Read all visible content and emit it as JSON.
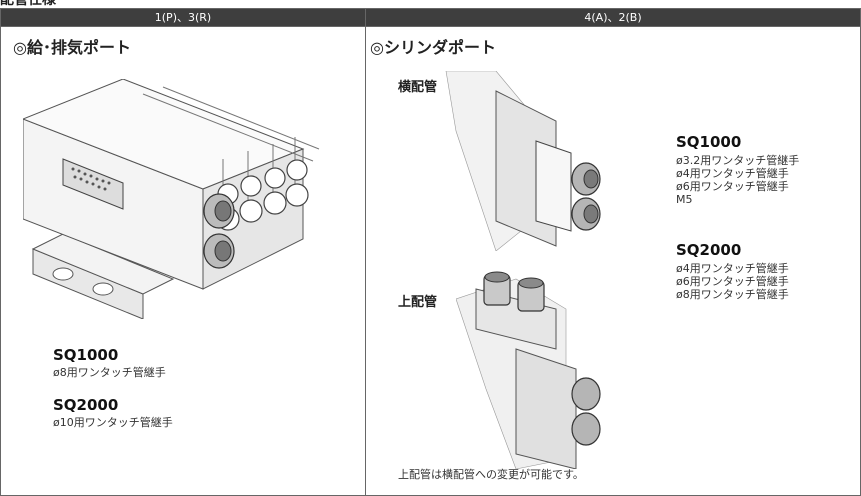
{
  "page_title": "配管仕様",
  "columns": {
    "left": {
      "header": "1(P)、3(R)",
      "section_title": "◎給･排気ポート"
    },
    "right": {
      "header": "4(A)、2(B)",
      "section_title": "◎シリンダポート"
    }
  },
  "left": {
    "sq1000": {
      "model": "SQ1000",
      "specs": [
        "ø8用ワンタッチ管継手"
      ]
    },
    "sq2000": {
      "model": "SQ2000",
      "specs": [
        "ø10用ワンタッチ管継手"
      ]
    }
  },
  "right": {
    "horizontal_label": "横配管",
    "top_label": "上配管",
    "sq1000": {
      "model": "SQ1000",
      "specs": [
        "ø3.2用ワンタッチ管継手",
        "ø4用ワンタッチ管継手",
        "ø6用ワンタッチ管継手",
        "M5"
      ]
    },
    "sq2000": {
      "model": "SQ2000",
      "specs": [
        "ø4用ワンタッチ管継手",
        "ø6用ワンタッチ管継手",
        "ø8用ワンタッチ管継手"
      ]
    },
    "note": "上配管は横配管への変更が可能です。"
  }
}
